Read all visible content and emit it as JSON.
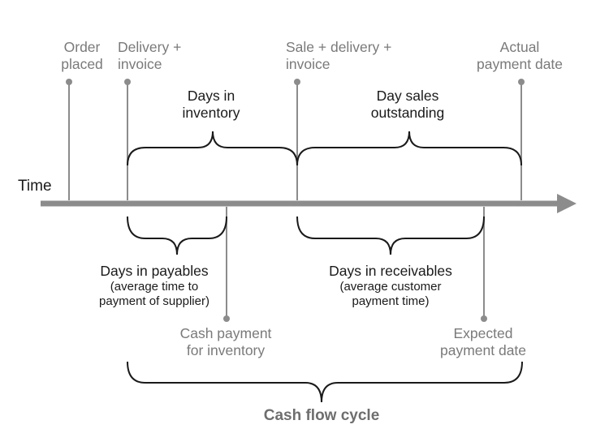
{
  "time_label": "Time",
  "events_top": {
    "order_placed": [
      "Order",
      "placed"
    ],
    "delivery_invoice": [
      "Delivery +",
      "invoice"
    ],
    "sale_delivery_invoice": [
      "Sale + delivery +",
      "invoice"
    ],
    "actual_payment_date": [
      "Actual",
      "payment date"
    ]
  },
  "events_bottom": {
    "cash_payment_inventory": [
      "Cash payment",
      "for inventory"
    ],
    "expected_payment_date": [
      "Expected",
      "payment date"
    ]
  },
  "periods_top": {
    "days_in_inventory": [
      "Days in",
      "inventory"
    ],
    "day_sales_outstanding": [
      "Day sales",
      "outstanding"
    ]
  },
  "periods_bottom": {
    "days_in_payables": {
      "title": "Days in payables",
      "note": [
        "(average time to",
        "payment of supplier)"
      ]
    },
    "days_in_receivables": {
      "title": "Days in receivables",
      "note": [
        "(average customer",
        "payment time)"
      ]
    }
  },
  "cycle_label": "Cash flow cycle",
  "colors": {
    "axis": "#8c8c8c",
    "marker": "#8c8c8c",
    "brace": "#1a1a1a",
    "event_text": "#7a7a7a",
    "period_text": "#1a1a1a",
    "cycle_text": "#6e6e6e"
  }
}
